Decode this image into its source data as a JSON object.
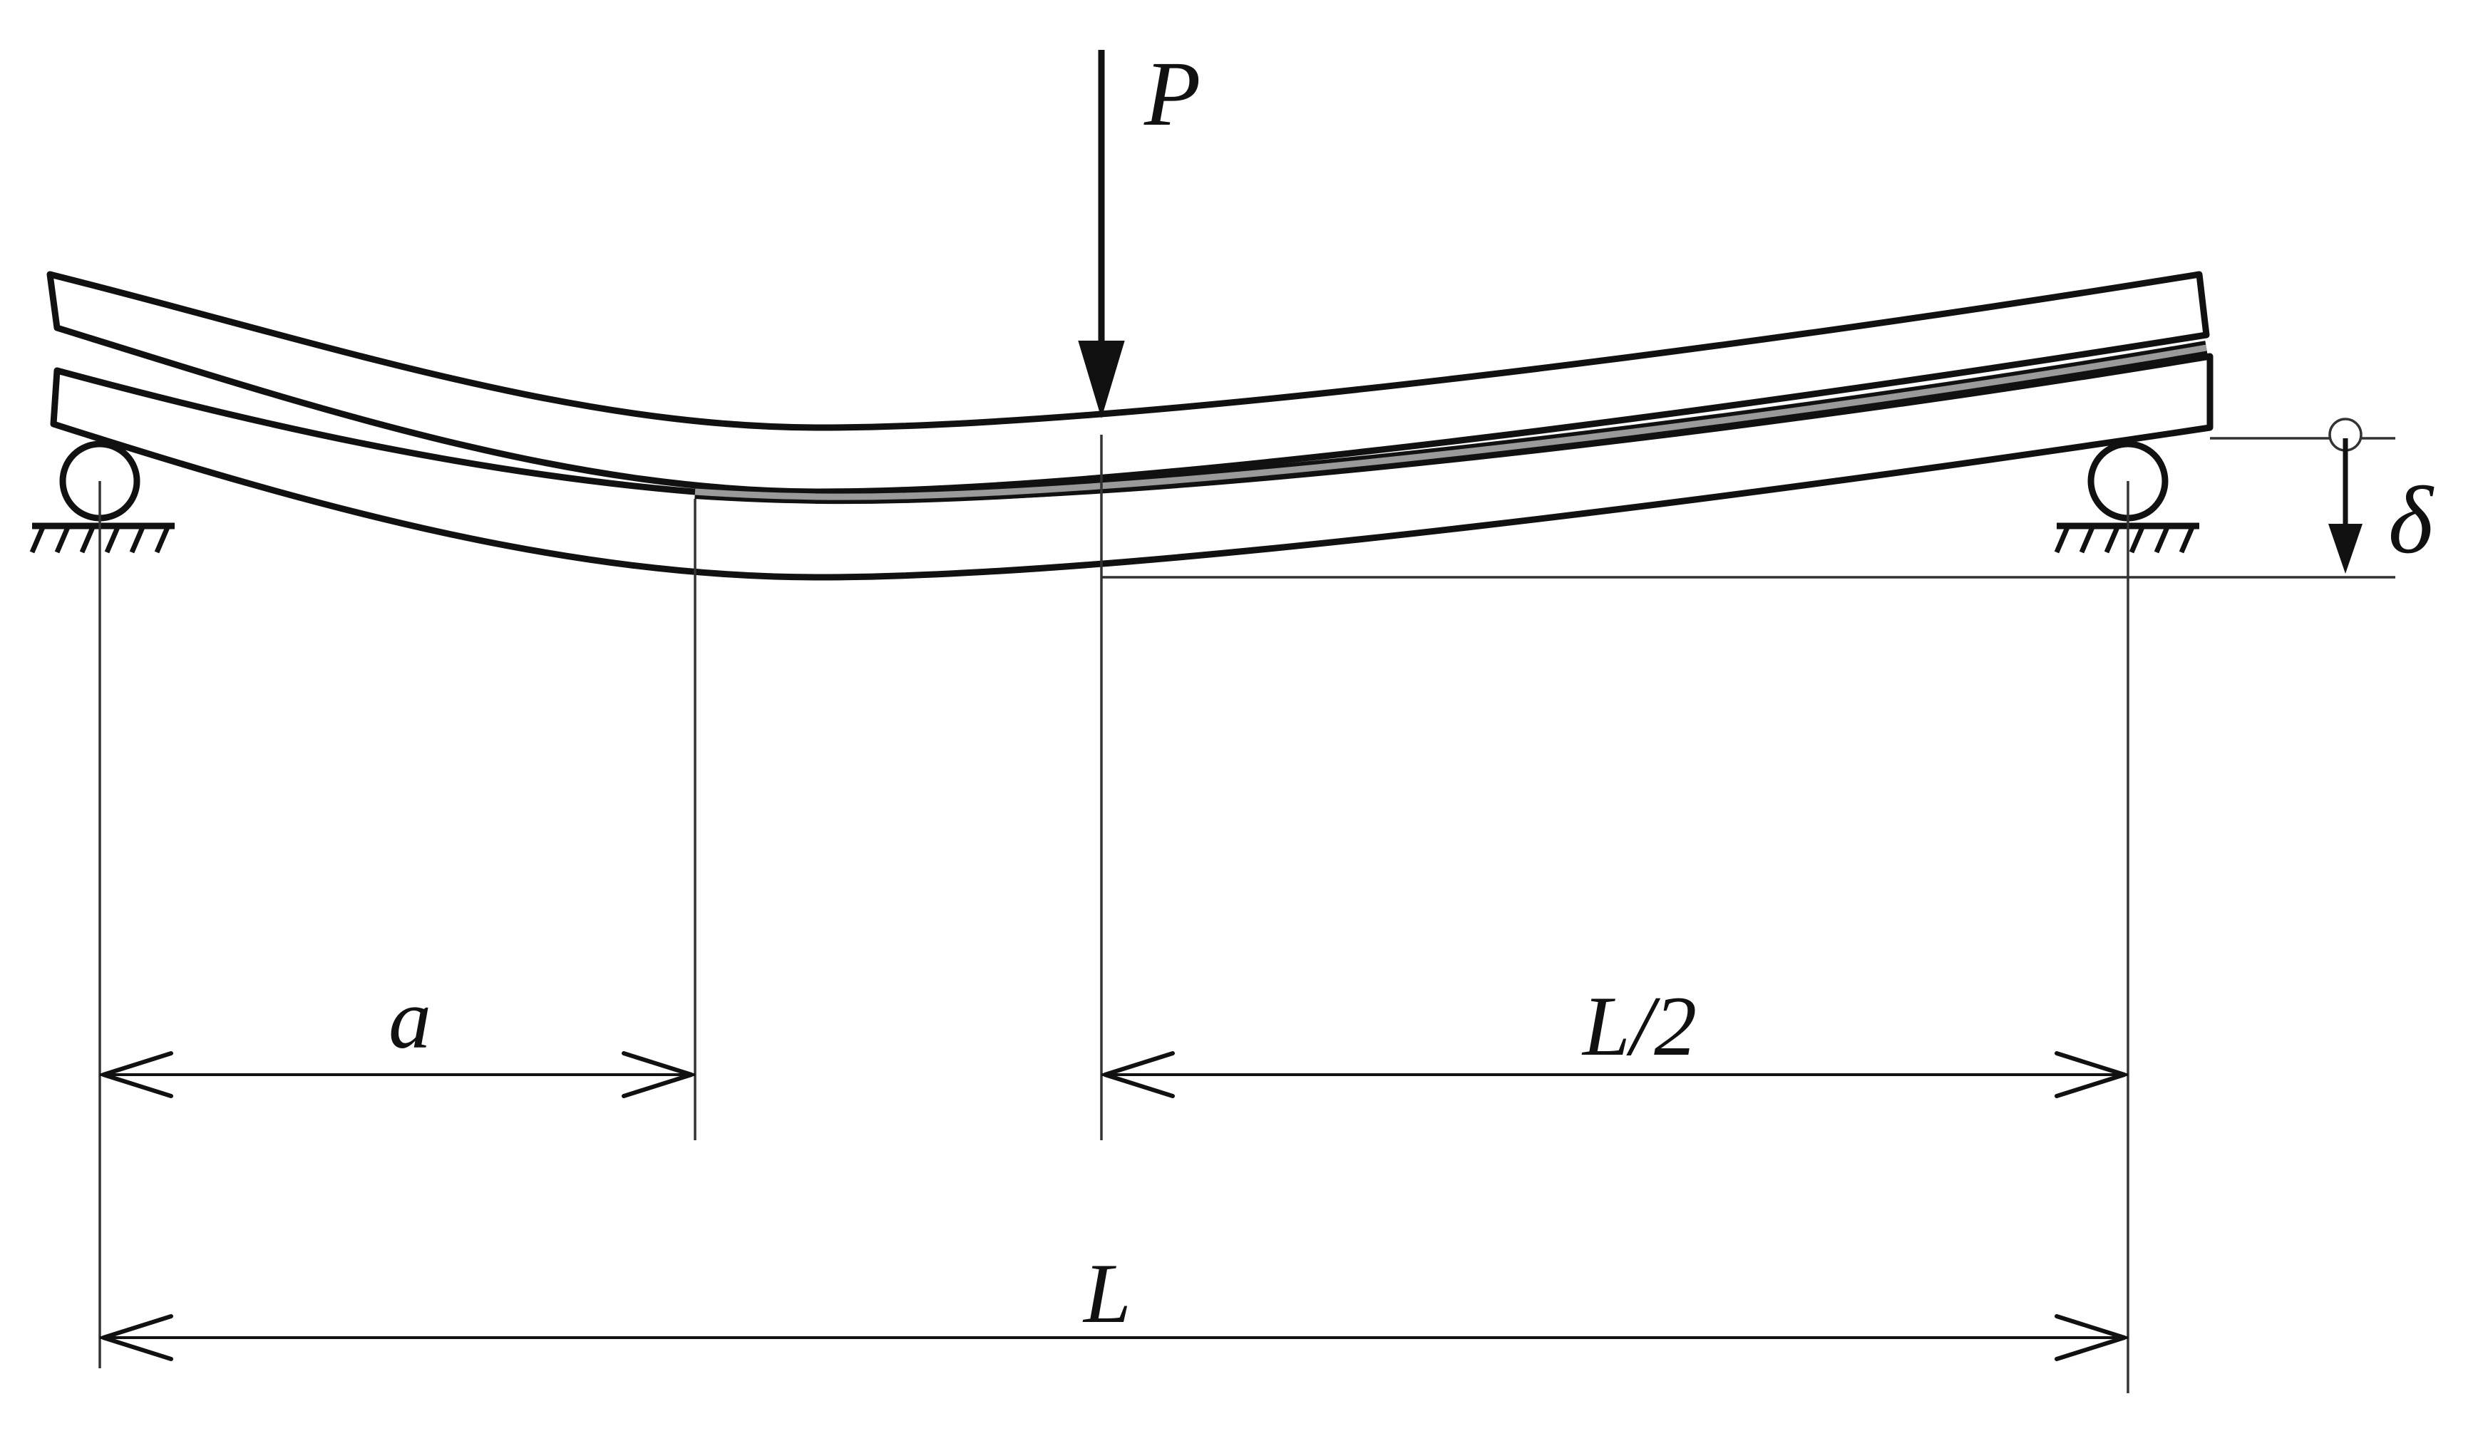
{
  "labels": {
    "load": "P",
    "deflection": "δ",
    "crack_length": "a",
    "half_span": "L/2",
    "span": "L"
  },
  "colors": {
    "line": "#111111",
    "adhesive_layer": "#9a9a9a",
    "background": "#ffffff"
  }
}
